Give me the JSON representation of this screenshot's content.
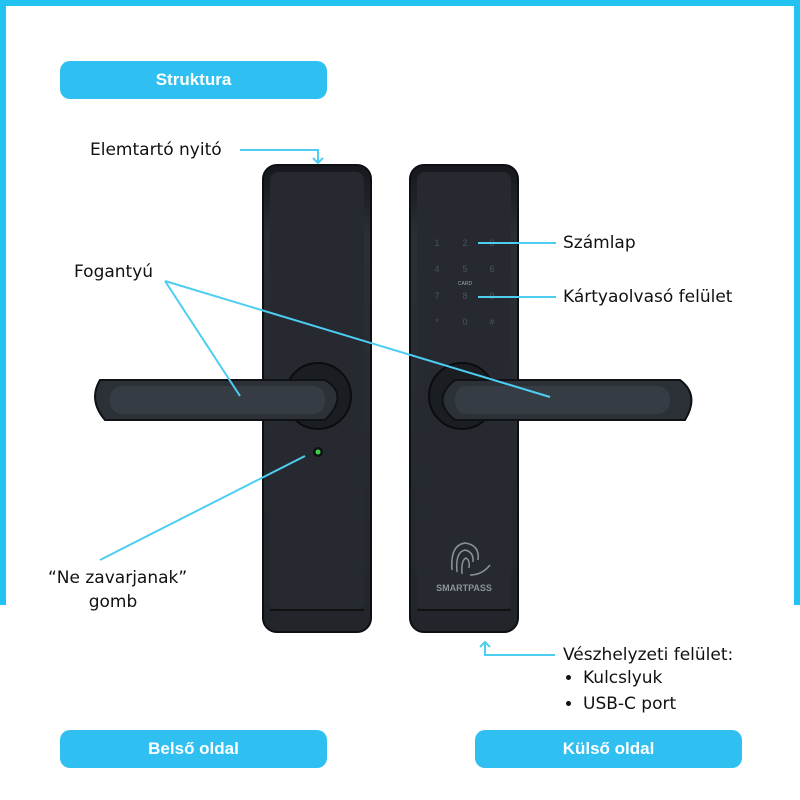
{
  "header": {
    "title": "Struktura"
  },
  "footer": {
    "inner_side": "Belső oldal",
    "outer_side": "Külső oldal"
  },
  "labels": {
    "battery_opener": "Elemtartó nyitó",
    "handle": "Fogantyú",
    "keypad": "Számlap",
    "card_reader": "Kártyaolvasó felület",
    "dnd_line1": "“Ne zavarjanak”",
    "dnd_line2": "gomb",
    "emergency": "Vészhelyzeti felület:",
    "emergency_items": [
      "Kulcslyuk",
      "USB-C port"
    ]
  },
  "device": {
    "brand": "SMARTPASS",
    "card_label": "CARD",
    "keys": [
      "1",
      "2",
      "3",
      "4",
      "5",
      "6",
      "7",
      "8",
      "9",
      "*",
      "0",
      "#"
    ]
  },
  "colors": {
    "accent": "#2fc0f1",
    "frame": "#22c3f0",
    "device": "#23272d",
    "indicator": "#3fd04a"
  }
}
